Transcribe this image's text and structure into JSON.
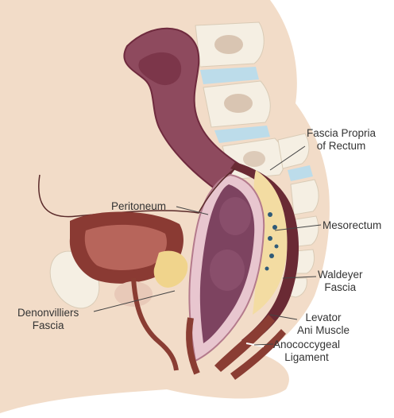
{
  "labels": {
    "fascia_propria": [
      "Fascia Propria",
      "of Rectum"
    ],
    "peritoneum": "Peritoneum",
    "mesorectum": "Mesorectum",
    "waldeyer": [
      "Waldeyer",
      "Fascia"
    ],
    "denonvilliers": [
      "Denonvilliers",
      "Fascia"
    ],
    "levator": [
      "Levator",
      "Ani Muscle"
    ],
    "anococcygeal": [
      "Anococcygeal",
      "Ligament"
    ]
  },
  "colors": {
    "background": "#ffffff",
    "skin": "#f2dcc8",
    "bone": "#f5efe3",
    "bone_marrow": "#cdb39d",
    "disc": "#bcdcea",
    "colon_dark": "#6f2a3e",
    "colon": "#8e4a5e",
    "rectum_wall": "#e8c6cf",
    "rectum_lumen": "#7d4360",
    "fascia_band": "#6a2a34",
    "mesorectum_fat": "#f3dca2",
    "mesorectum_dots": "#2f5a78",
    "bladder": "#8a3a33",
    "bladder_inner": "#b7655b",
    "prostate": "#f0d48c",
    "muscle": "#8a3d33",
    "leader_line": "#444444"
  }
}
